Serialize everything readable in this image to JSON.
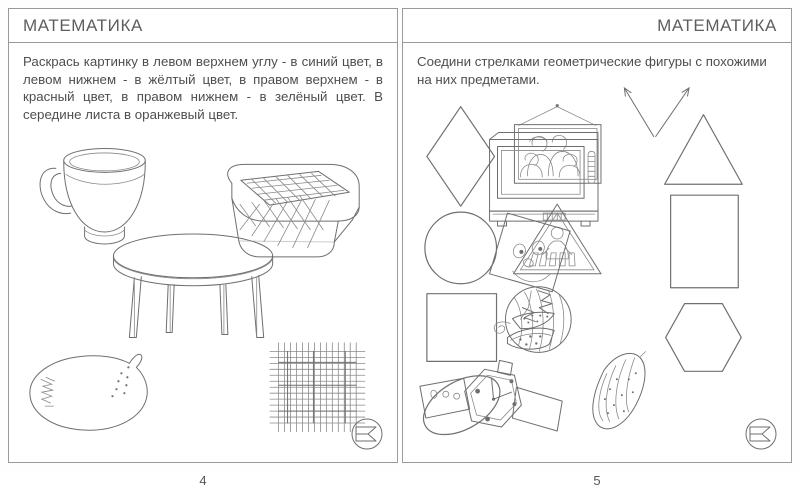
{
  "spread": {
    "background_color": "#ffffff",
    "border_color": "#9a9a9a",
    "ink_color": "#6e6e6e"
  },
  "left_page": {
    "header_title": "МАТЕМАТИКА",
    "instructions": "Раскрась картинку в левом верхнем углу - в синий цвет, в левом нижнем - в жёлтый цвет, в правом верхнем - в красный цвет, в правом нижнем - в зелёный цвет. В середине листа в оранжевый цвет.",
    "page_number": "4",
    "logo_name": "publisher-logo",
    "illustrations": [
      {
        "name": "cup",
        "label": "Чашка",
        "position": "left-top"
      },
      {
        "name": "basket",
        "label": "Корзина",
        "position": "right-top"
      },
      {
        "name": "round-table",
        "label": "Круглый стол",
        "position": "center"
      },
      {
        "name": "lemon",
        "label": "Лимон",
        "position": "left-bottom"
      },
      {
        "name": "woven-mat",
        "label": "Плетёная салфетка",
        "position": "right-bottom"
      }
    ]
  },
  "right_page": {
    "header_title": "МАТЕМАТИКА",
    "instructions": "Соедини стрелками геометрические фигуры с похожими на них предметами.",
    "page_number": "5",
    "logo_name": "publisher-logo",
    "shapes_left": [
      {
        "name": "rhombus",
        "label": "Ромб"
      },
      {
        "name": "circle",
        "label": "Круг"
      },
      {
        "name": "square",
        "label": "Квадрат"
      },
      {
        "name": "ellipse",
        "label": "Овал"
      }
    ],
    "shapes_right": [
      {
        "name": "triangle",
        "label": "Треугольник"
      },
      {
        "name": "rectangle",
        "label": "Прямоугольник"
      },
      {
        "name": "hexagon",
        "label": "Шестиугольник"
      }
    ],
    "objects": [
      {
        "name": "family-photo-frame",
        "label": "Фоторамка с семьёй"
      },
      {
        "name": "television",
        "label": "Телевизор"
      },
      {
        "name": "pedestrian-crossing-sign",
        "label": "Дорожный знак «Пешеходный переход»"
      },
      {
        "name": "kite",
        "label": "Воздушный змей"
      },
      {
        "name": "watermelon",
        "label": "Арбуз"
      },
      {
        "name": "wristwatch",
        "label": "Наручные часы"
      },
      {
        "name": "cucumber",
        "label": "Огурец"
      }
    ],
    "arrows": [
      {
        "name": "arrow-to-upper-left",
        "from": "television",
        "to": "rhombus"
      },
      {
        "name": "arrow-to-upper-right",
        "from": "television",
        "to": "triangle"
      }
    ]
  }
}
